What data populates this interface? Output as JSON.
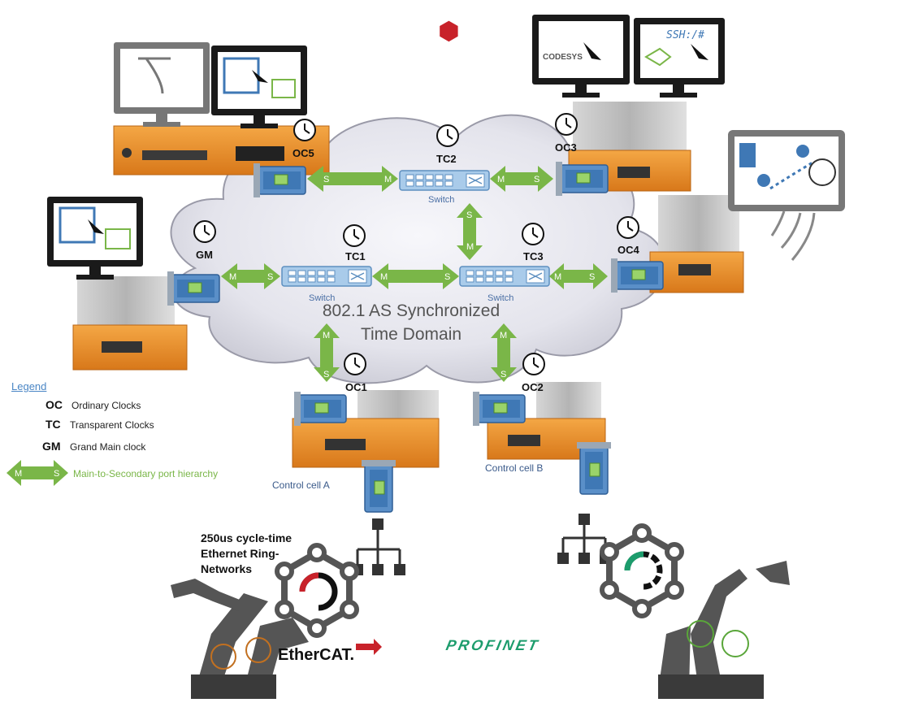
{
  "domain_title": [
    "802.1 AS Synchronized",
    "Time Domain"
  ],
  "switch_label": "Switch",
  "port_m": "M",
  "port_s": "S",
  "nodes": {
    "oc5": "OC5",
    "oc3": "OC3",
    "oc4": "OC4",
    "oc1": "OC1",
    "oc2": "OC2",
    "tc1": "TC1",
    "tc2": "TC2",
    "tc3": "TC3",
    "gm": "GM"
  },
  "screens": {
    "codesys": "CODESYS",
    "ssh": "SSH:/#"
  },
  "cells": {
    "a": "Control cell A",
    "b": "Control cell B"
  },
  "cycle_text": [
    "250us cycle-time",
    "Ethernet Ring-",
    "Networks"
  ],
  "logos": {
    "ethercat": "EtherCAT.",
    "profinet": "PROFINET"
  },
  "legend": {
    "title": "Legend",
    "items": [
      {
        "code": "OC",
        "text": "Ordinary Clocks"
      },
      {
        "code": "TC",
        "text": "Transparent Clocks"
      },
      {
        "code": "GM",
        "text": "Grand Main clock"
      }
    ],
    "arrow_text": "Main-to-Secondary port hierarchy"
  },
  "colors": {
    "green": "#7ab648",
    "orange": "#e8891f",
    "blue_card": "#5a8fc8",
    "switch": "#a9cbea",
    "cloud": "#e6e6ee",
    "monitor": "#1a1a1a"
  }
}
